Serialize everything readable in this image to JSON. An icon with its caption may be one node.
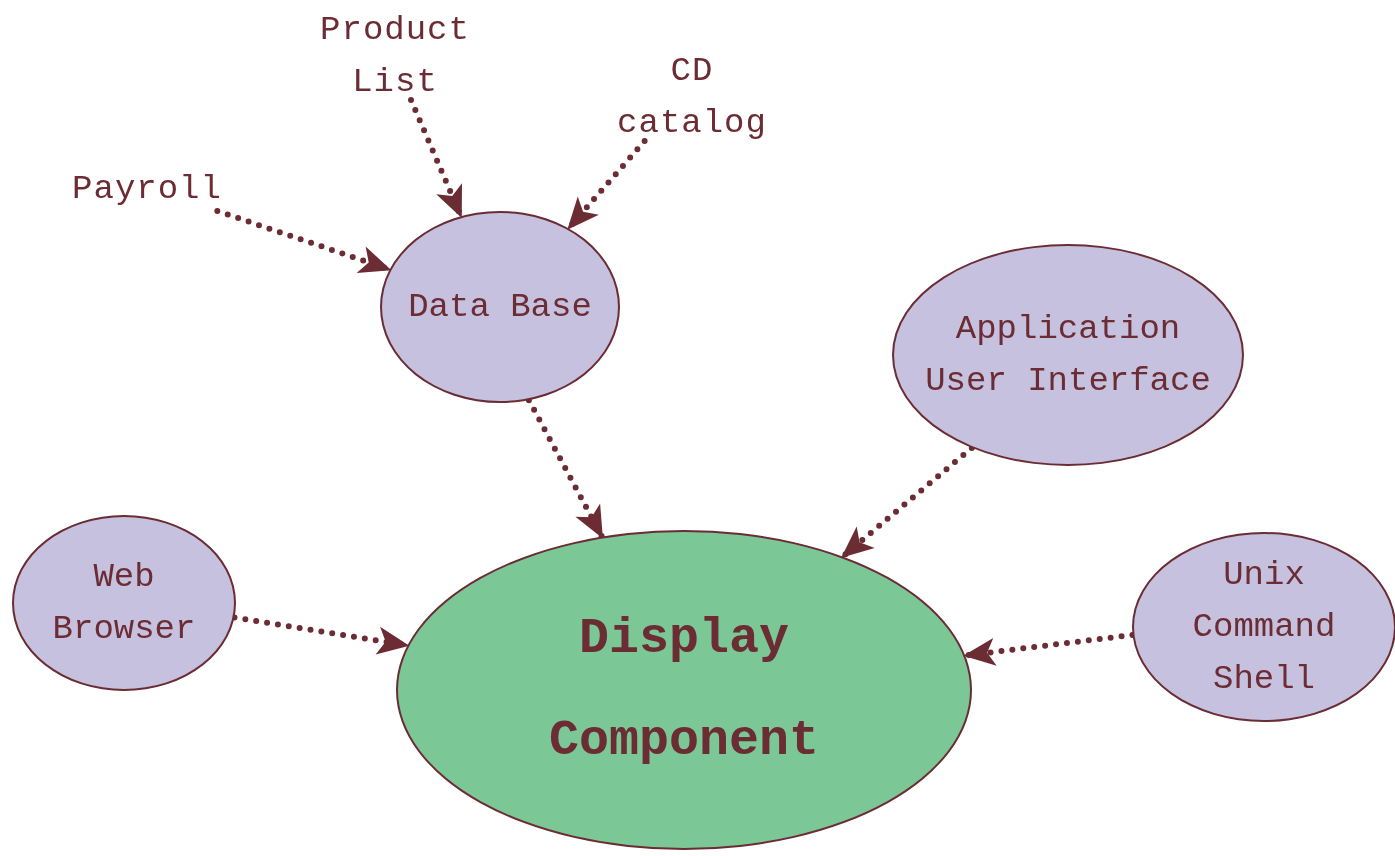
{
  "diagram": {
    "nodes": [
      {
        "text": [
          "Product List"
        ]
      },
      {
        "text": [
          "CD catalog"
        ]
      },
      {
        "text": [
          "Payroll"
        ]
      },
      {
        "text": [
          "Data Base"
        ]
      },
      {
        "text": [
          "Application User Interface"
        ]
      },
      {
        "text": [
          "Web Browser"
        ]
      },
      {
        "text": [
          "Display Component"
        ]
      },
      {
        "text": [
          "Unix Command Shell"
        ]
      }
    ],
    "edges": [
      {
        "from": 0,
        "to": 3,
        "arrow": "to"
      },
      {
        "from": 1,
        "to": 3,
        "arrow": "to"
      },
      {
        "from": 2,
        "to": 3,
        "arrow": "to"
      },
      {
        "from": 3,
        "to": 6,
        "arrow": "to"
      },
      {
        "from": 4,
        "to": 6,
        "arrow": "to"
      },
      {
        "from": 5,
        "to": 6,
        "arrow": "to"
      },
      {
        "from": 7,
        "to": 6,
        "arrow": "to"
      }
    ]
  }
}
